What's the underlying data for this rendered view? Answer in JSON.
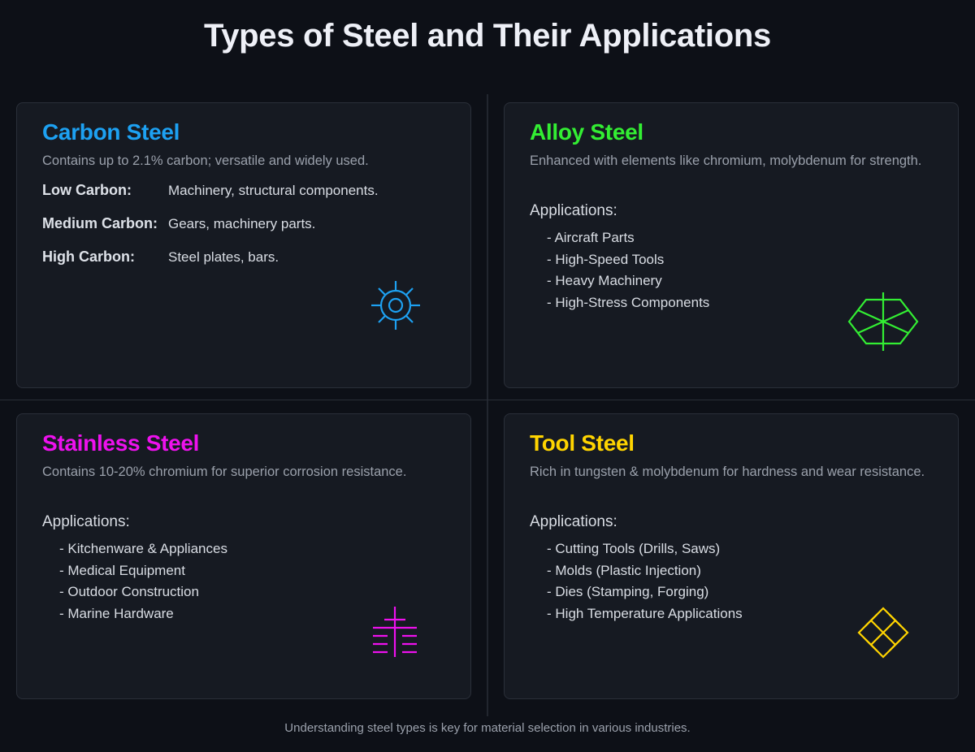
{
  "title": "Types of Steel and Their Applications",
  "colors": {
    "carbon": "#1da1f2",
    "alloy": "#33ee33",
    "stainless": "#ee11ee",
    "tool": "#ffd400"
  },
  "cards": [
    {
      "name": "Carbon Steel",
      "description": "Contains up to 2.1% carbon; versatile and widely used.",
      "grades": [
        {
          "label": "Low Carbon:",
          "value": "Machinery, structural components."
        },
        {
          "label": "Medium Carbon:",
          "value": "Gears, machinery parts."
        },
        {
          "label": "High Carbon:",
          "value": "Steel plates, bars."
        }
      ],
      "icon": "gear-sun-icon"
    },
    {
      "name": "Alloy Steel",
      "description": "Enhanced with elements like chromium, molybdenum for strength.",
      "applications_label": "Applications:",
      "applications": [
        "- Aircraft Parts",
        "- High-Speed Tools",
        "- Heavy Machinery",
        "- High-Stress Components"
      ],
      "icon": "hexagon-lattice-icon"
    },
    {
      "name": "Stainless Steel",
      "description": "Contains 10-20% chromium for superior corrosion resistance.",
      "applications_label": "Applications:",
      "applications": [
        "- Kitchenware & Appliances",
        "- Medical Equipment",
        "- Outdoor Construction",
        "- Marine Hardware"
      ],
      "icon": "cross-bars-icon"
    },
    {
      "name": "Tool Steel",
      "description": "Rich in tungsten & molybdenum for hardness and wear resistance.",
      "applications_label": "Applications:",
      "applications": [
        "- Cutting Tools (Drills, Saws)",
        "- Molds (Plastic Injection)",
        "- Dies (Stamping, Forging)",
        "- High Temperature Applications"
      ],
      "icon": "diamond-grid-icon"
    }
  ],
  "footer": "Understanding steel types is key for material selection in various industries."
}
